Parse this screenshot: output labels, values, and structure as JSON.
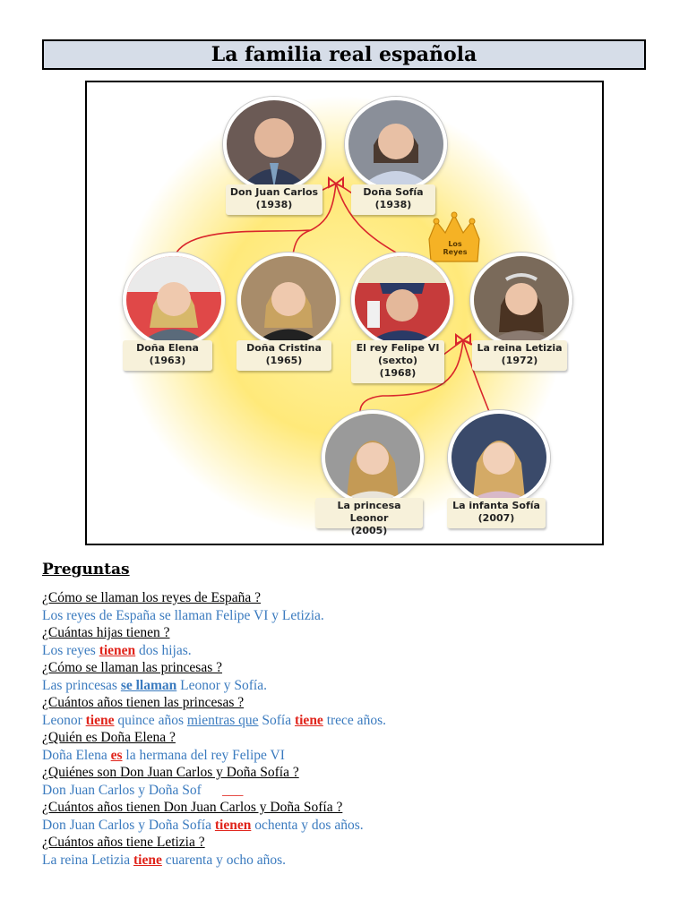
{
  "title": "La familia real española",
  "tree": {
    "crown_label_1": "Los",
    "crown_label_2": "Reyes",
    "people": [
      {
        "line1": "Don Juan Carlos",
        "line2": "(1938)"
      },
      {
        "line1": "Doña Sofía",
        "line2": "(1938)"
      },
      {
        "line1": "Doña Elena",
        "line2": "(1963)"
      },
      {
        "line1": "Doña Cristina",
        "line2": "(1965)"
      },
      {
        "line1": "El rey Felipe VI",
        "line2": "(sexto)",
        "line3": "(1968)"
      },
      {
        "line1": "La reina Letizia",
        "line2": "(1972)"
      },
      {
        "line1": "La princesa Leonor",
        "line2": "(2005)"
      },
      {
        "line1": "La infanta Sofía",
        "line2": "(2007)"
      }
    ]
  },
  "questions_heading": "Preguntas",
  "qa": {
    "q1": "¿Cómo se llaman los reyes de España ?",
    "a1": "Los reyes de España se llaman Felipe VI y Letizia.",
    "q2": "¿Cuántas hijas tienen ?",
    "a2_pre": "Los reyes ",
    "a2_hl": "tienen",
    "a2_post": " dos hijas.",
    "q3": "¿Cómo se llaman las princesas ?",
    "a3_pre": "Las princesas ",
    "a3_hl": "se llaman",
    "a3_post": " Leonor y Sofía.",
    "q4": "¿Cuántos años tienen las princesas ?",
    "a4_p1": "Leonor ",
    "a4_h1": "tiene",
    "a4_p2": " quince años ",
    "a4_u": "mientras que",
    "a4_p3": " Sofía ",
    "a4_h2": "tiene",
    "a4_p4": " trece años.",
    "q5": "¿Quién es Doña Elena ?",
    "a5_pre": "Doña Elena ",
    "a5_hl": "es",
    "a5_post": " la hermana del rey Felipe VI",
    "q6": "¿Quiénes son Don Juan Carlos y Doña Sofía ?",
    "a6_pre": "Don Juan Carlos y Doña Sof",
    "a6_blank": "___",
    "q7": "¿Cuántos años tienen Don Juan Carlos y Doña Sofía ?",
    "a7_pre": "Don Juan Carlos y Doña Sofía ",
    "a7_hl": "tienen",
    "a7_post": " ochenta y dos años.",
    "q8": "¿Cuántos años tiene Letizia ?",
    "a8_pre": "La reina Letizia ",
    "a8_hl": "tiene",
    "a8_post": " cuarenta y ocho años."
  },
  "colors": {
    "answer_blue": "#3b7bbf",
    "highlight_red": "#e0241b",
    "title_bg": "#d6dde8",
    "caption_bg": "#f7f1da",
    "glow_yellow": "#ffe97a"
  }
}
